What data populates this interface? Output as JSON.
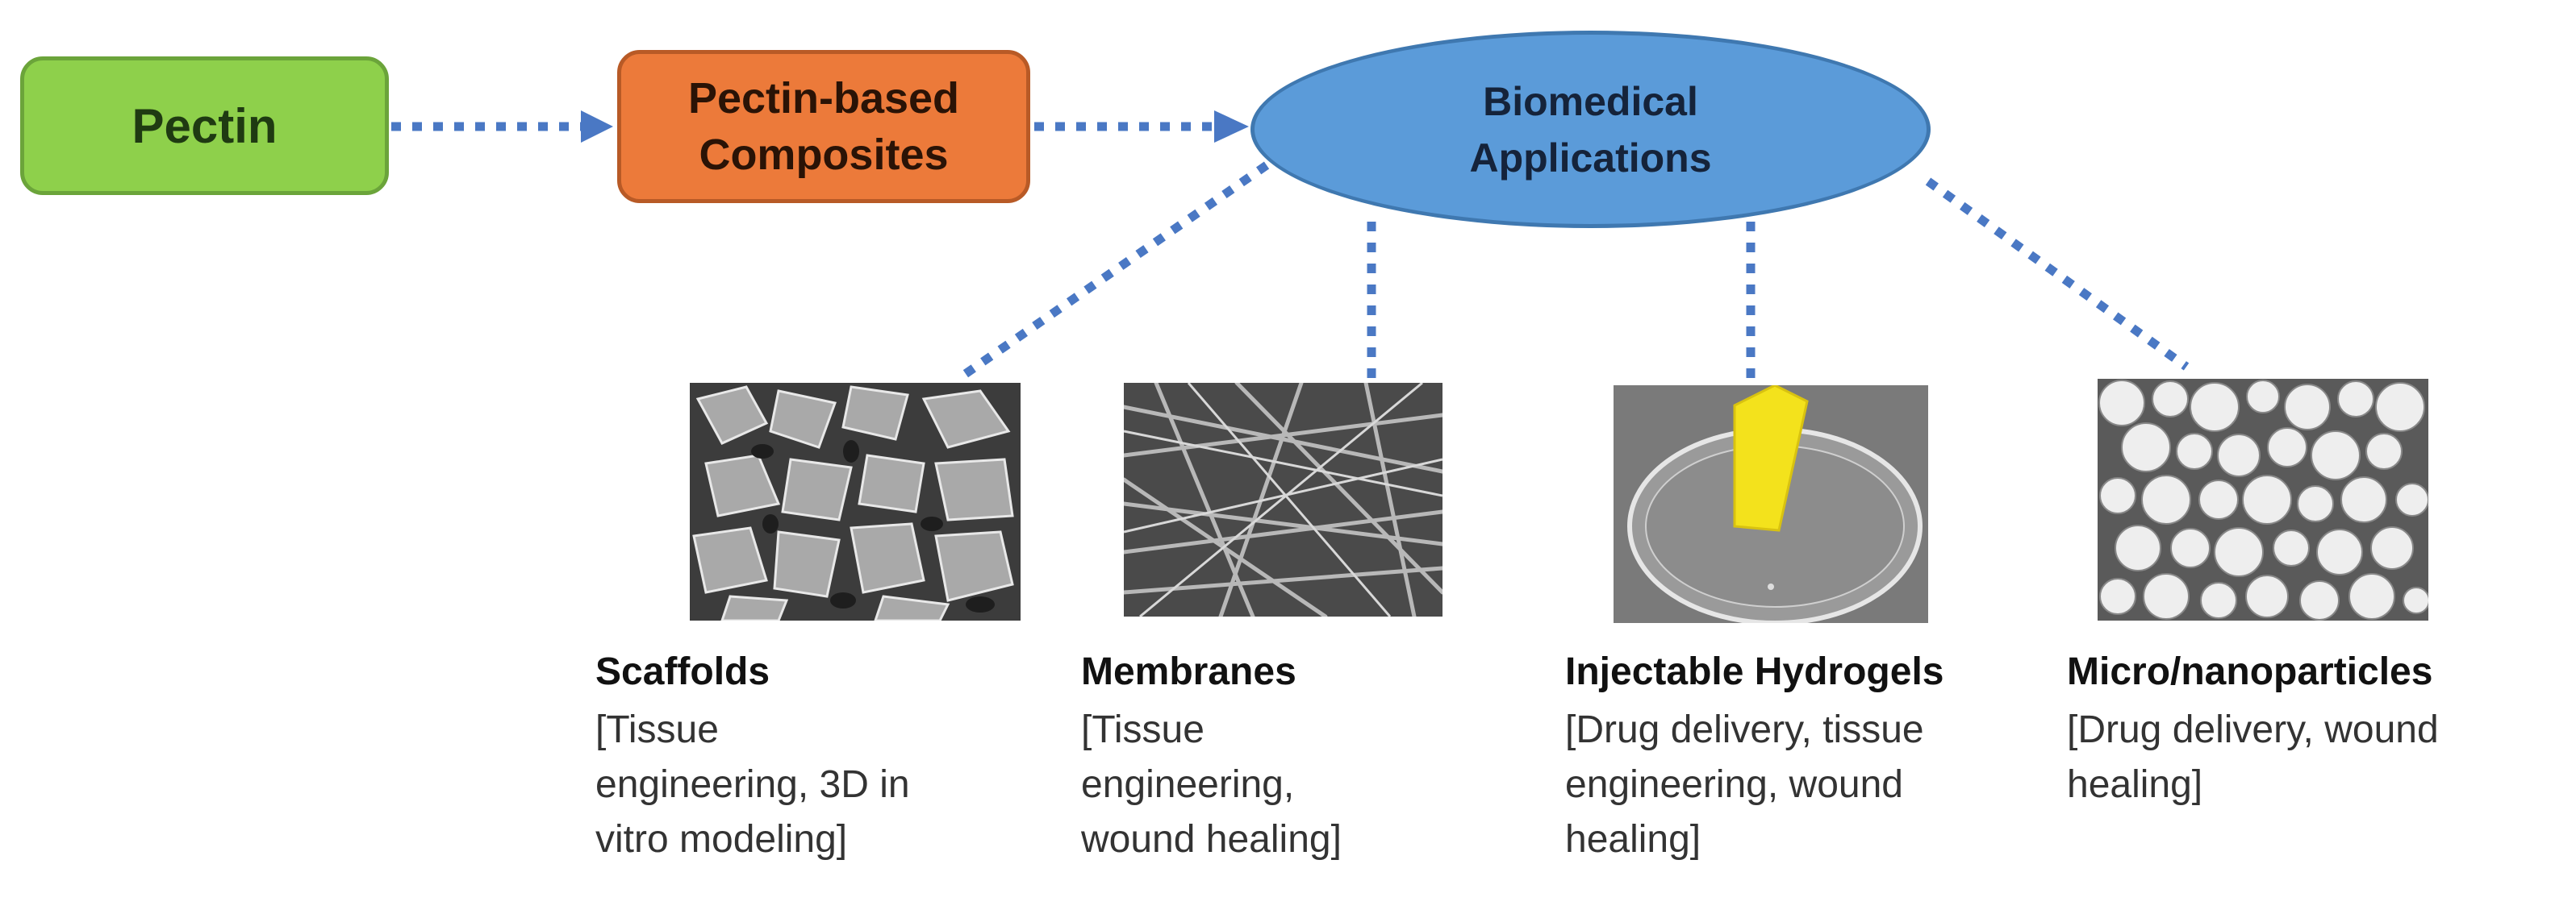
{
  "colors": {
    "pectin_fill": "#8ed04b",
    "composites_fill": "#ec7a3a",
    "biomedical_fill": "#5b9bd9",
    "connector": "#4a78c4"
  },
  "nodes": {
    "pectin": {
      "label": "Pectin"
    },
    "composites": {
      "line1": "Pectin-based",
      "line2": "Composites"
    },
    "biomedical": {
      "line1": "Biomedical",
      "line2": "Applications"
    }
  },
  "applications": {
    "scaffolds": {
      "title": "Scaffolds",
      "description": "[Tissue\nengineering, 3D in\nvitro modeling]"
    },
    "membranes": {
      "title": "Membranes",
      "description": "[Tissue\nengineering,\nwound healing]"
    },
    "hydrogels": {
      "title": "Injectable Hydrogels",
      "description": "[Drug delivery, tissue\nengineering, wound\nhealing]"
    },
    "particles": {
      "title": "Micro/nanoparticles",
      "description": "[Drug delivery, wound\nhealing]"
    }
  }
}
